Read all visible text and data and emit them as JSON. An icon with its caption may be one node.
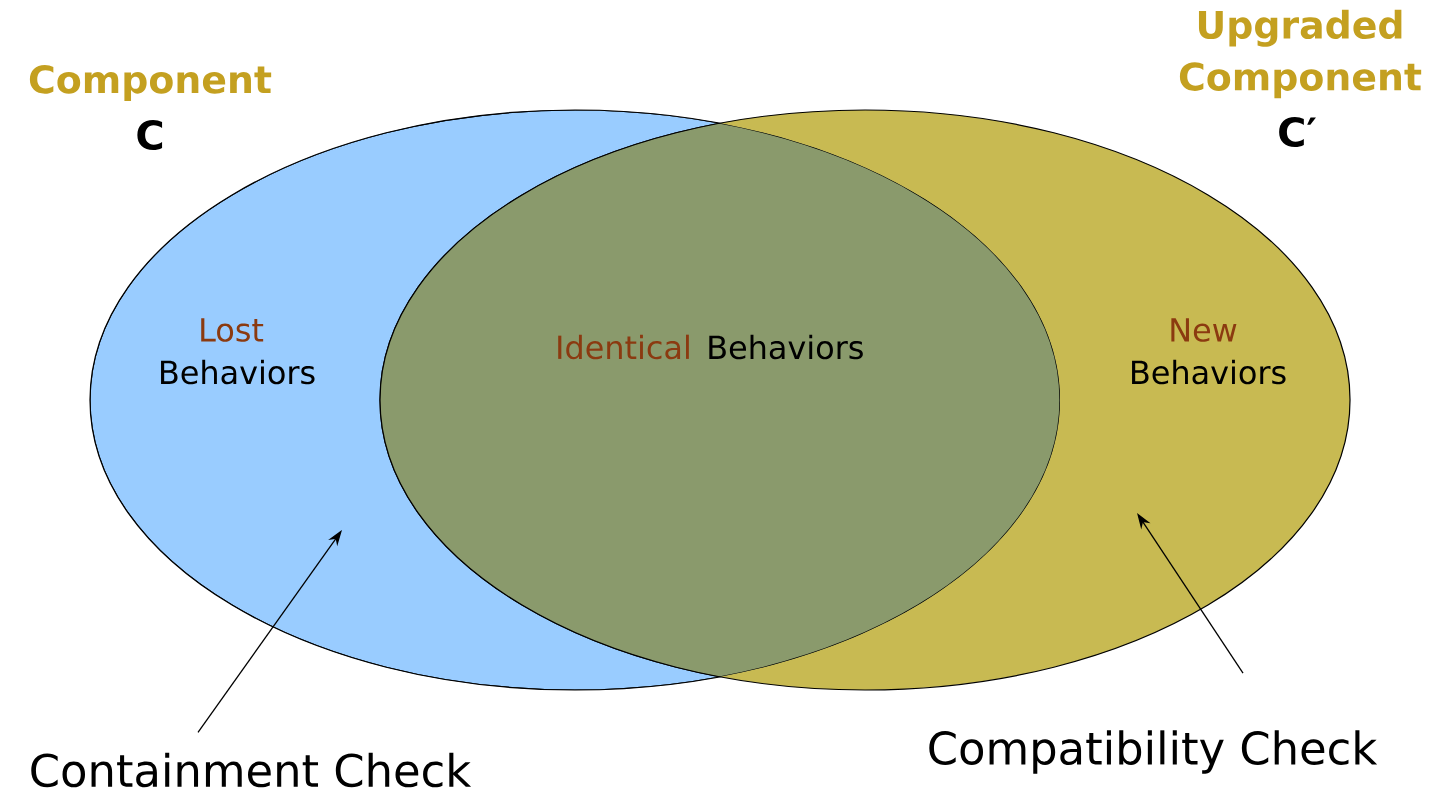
{
  "diagram": {
    "nodes": [
      {
        "text": [
          "Component",
          "C",
          "Lost",
          "Behaviors"
        ]
      },
      {
        "text": [
          "Upgraded Component",
          "C′",
          "New",
          "Behaviors"
        ]
      },
      {
        "text": [
          "Containment Check"
        ]
      },
      {
        "text": [
          "Compatibility Check"
        ]
      }
    ],
    "edges": [
      {
        "from": 2,
        "to": 0,
        "arrow": "to"
      },
      {
        "from": 3,
        "to": 1,
        "arrow": "to"
      }
    ],
    "labels": [
      "Identical",
      "Behaviors"
    ]
  }
}
